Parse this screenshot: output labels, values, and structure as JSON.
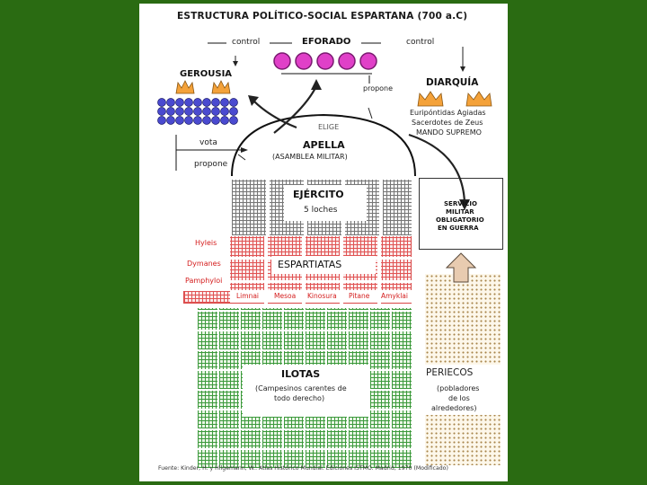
{
  "title": "ESTRUCTURA POLÍTICO-SOCIAL ESPARTANA (700 a.C)",
  "top": {
    "control_left": "control",
    "eforado": "EFORADO",
    "control_right": "control"
  },
  "gerousia": {
    "name": "GEROUSIA",
    "vota": "vota",
    "propone": "propone"
  },
  "diarquia": {
    "name": "DIARQUÍA",
    "propone": "propone",
    "line1": "Euripóntidas Agiadas",
    "line2": "Sacerdotes de Zeus",
    "line3": "MANDO SUPREMO"
  },
  "apella": {
    "elige": "ELIGE",
    "name": "APELLA",
    "subtitle": "(ASAMBLEA MILITAR)"
  },
  "ejercito": {
    "name": "EJÉRCITO",
    "subtitle": "5 loches"
  },
  "servicio": {
    "l1": "SERVICIO",
    "l2": "MILITAR",
    "l3": "OBLIGATORIO",
    "l4": "EN GUERRA"
  },
  "espartiatas": {
    "name": "ESPARTIATAS",
    "tribes": [
      "Hyleis",
      "Dymanes",
      "Pamphyloi"
    ],
    "villages": [
      "Limnai",
      "Mesoa",
      "Kinosura",
      "Pitane",
      "Amyklai"
    ]
  },
  "ilotas": {
    "name": "ILOTAS",
    "l1": "(Campesinos carentes de",
    "l2": "todo derecho)"
  },
  "periecos": {
    "name": "PERIECOS",
    "l1": "(pobladores",
    "l2": "de los",
    "l3": "alrededores)"
  },
  "source": "Fuente: Kinder, H. y Hilgemann, W.: Atlas Histórico Mundial. Ediciones ISTMO. Madrid, 1970 (Modificado)",
  "colors": {
    "background": "#2a6b12",
    "eforos": "#e040c8",
    "crowns": "#f4a23a",
    "gerontes": "#4a4ad0",
    "red": "#d41c1c"
  }
}
